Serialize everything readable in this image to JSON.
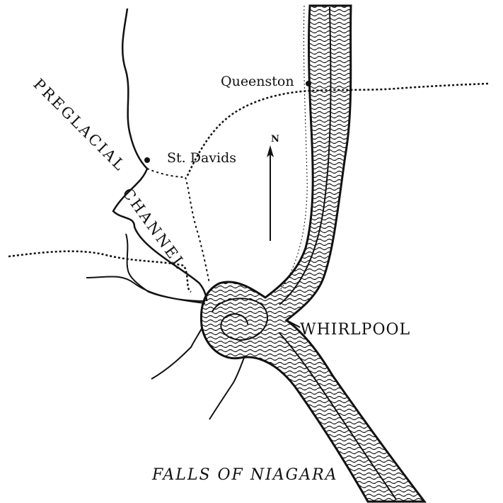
{
  "map": {
    "labels": {
      "queenston": "Queenston",
      "st_davids": "St. Davids",
      "preglacial": "PREGLACIAL",
      "channel": "CHANNEL",
      "whirlpool": "WHIRLPOOL",
      "north": "N",
      "falls": "FALLS OF NIAGARA"
    },
    "colors": {
      "ink": "#111111",
      "paper": "#ffffff"
    }
  }
}
